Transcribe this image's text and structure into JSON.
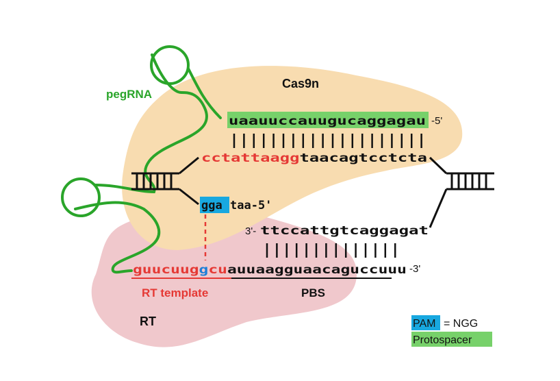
{
  "labels": {
    "cas9n": "Cas9n",
    "pegrna": "pegRNA",
    "rt": "RT",
    "rt_template": "RT template",
    "pbs": "PBS"
  },
  "sequences": {
    "protospacer_rna": "uaauuccauugucaggagau",
    "protospacer_rna_end": "-5'",
    "top_strand_red": "cctattaagg",
    "top_strand_black": "taacagtcctcta",
    "pam_seq": "gga",
    "pam_tail": "taa-5'",
    "nicked_strand_prefix": "3'-",
    "nicked_strand": "ttccattgtcaggagat",
    "pegrna_red1": "guucuug",
    "pegrna_blue": "g",
    "pegrna_red2": "cu",
    "pegrna_black": "auuaagguaacaguccuuu",
    "pegrna_end": "-3'"
  },
  "base_pairs": {
    "top_count": 20,
    "middle_count": 14
  },
  "legend": {
    "pam_label": "PAM",
    "pam_eq": "= NGG",
    "protospacer_label": "Protospacer"
  },
  "colors": {
    "cas9n_blob": "#f8dcb0",
    "rt_blob": "#f0c8cc",
    "pegrna_green": "#2aa52a",
    "protospacer_green": "#77d16a",
    "pam_blue": "#18a8e0",
    "red_text": "#e53935",
    "blue_nt": "#1e7fd8",
    "label_green": "#2aa52a"
  }
}
